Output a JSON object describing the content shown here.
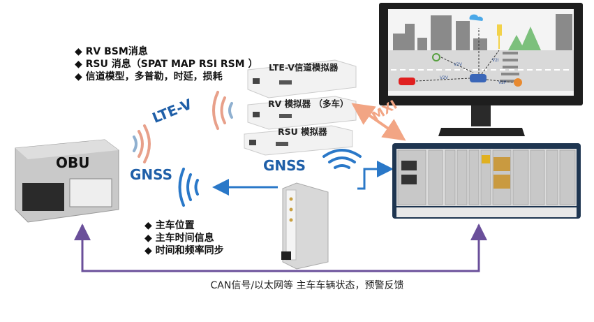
{
  "top_bullets": [
    "RV BSM消息",
    "RSU 消息（SPAT MAP RSI RSM ）",
    "信道模型，多普勒，时延，损耗"
  ],
  "bottom_bullets": [
    "主车位置",
    "主车时间信息",
    "时间和频率同步"
  ],
  "bullet_icon": "diamond-icon",
  "devices": {
    "lte_v_sim": "LTE-V信道模拟器",
    "rv_sim": "RV 模拟器  （多车）",
    "rsu_sim": "RSU 模拟器",
    "obu": "OBU"
  },
  "labels": {
    "lte_v": "LTE-V",
    "gnss_left": "GNSS",
    "gnss_right": "GNSS",
    "mxi": "MXI",
    "screen_v2v_1": "V2V",
    "screen_v2v_2": "V2V",
    "screen_v2p": "V2P",
    "screen_v2i": "V2I"
  },
  "caption": "CAN信号/以太网等 主车车辆状态，预警反馈",
  "colors": {
    "accent_blue": "#1f5fa8",
    "arrow_blue": "#2a78c8",
    "signal_orange": "#e8a08a",
    "feedback_purple": "#6a4f9a",
    "mxi_orange": "#f2a584"
  }
}
